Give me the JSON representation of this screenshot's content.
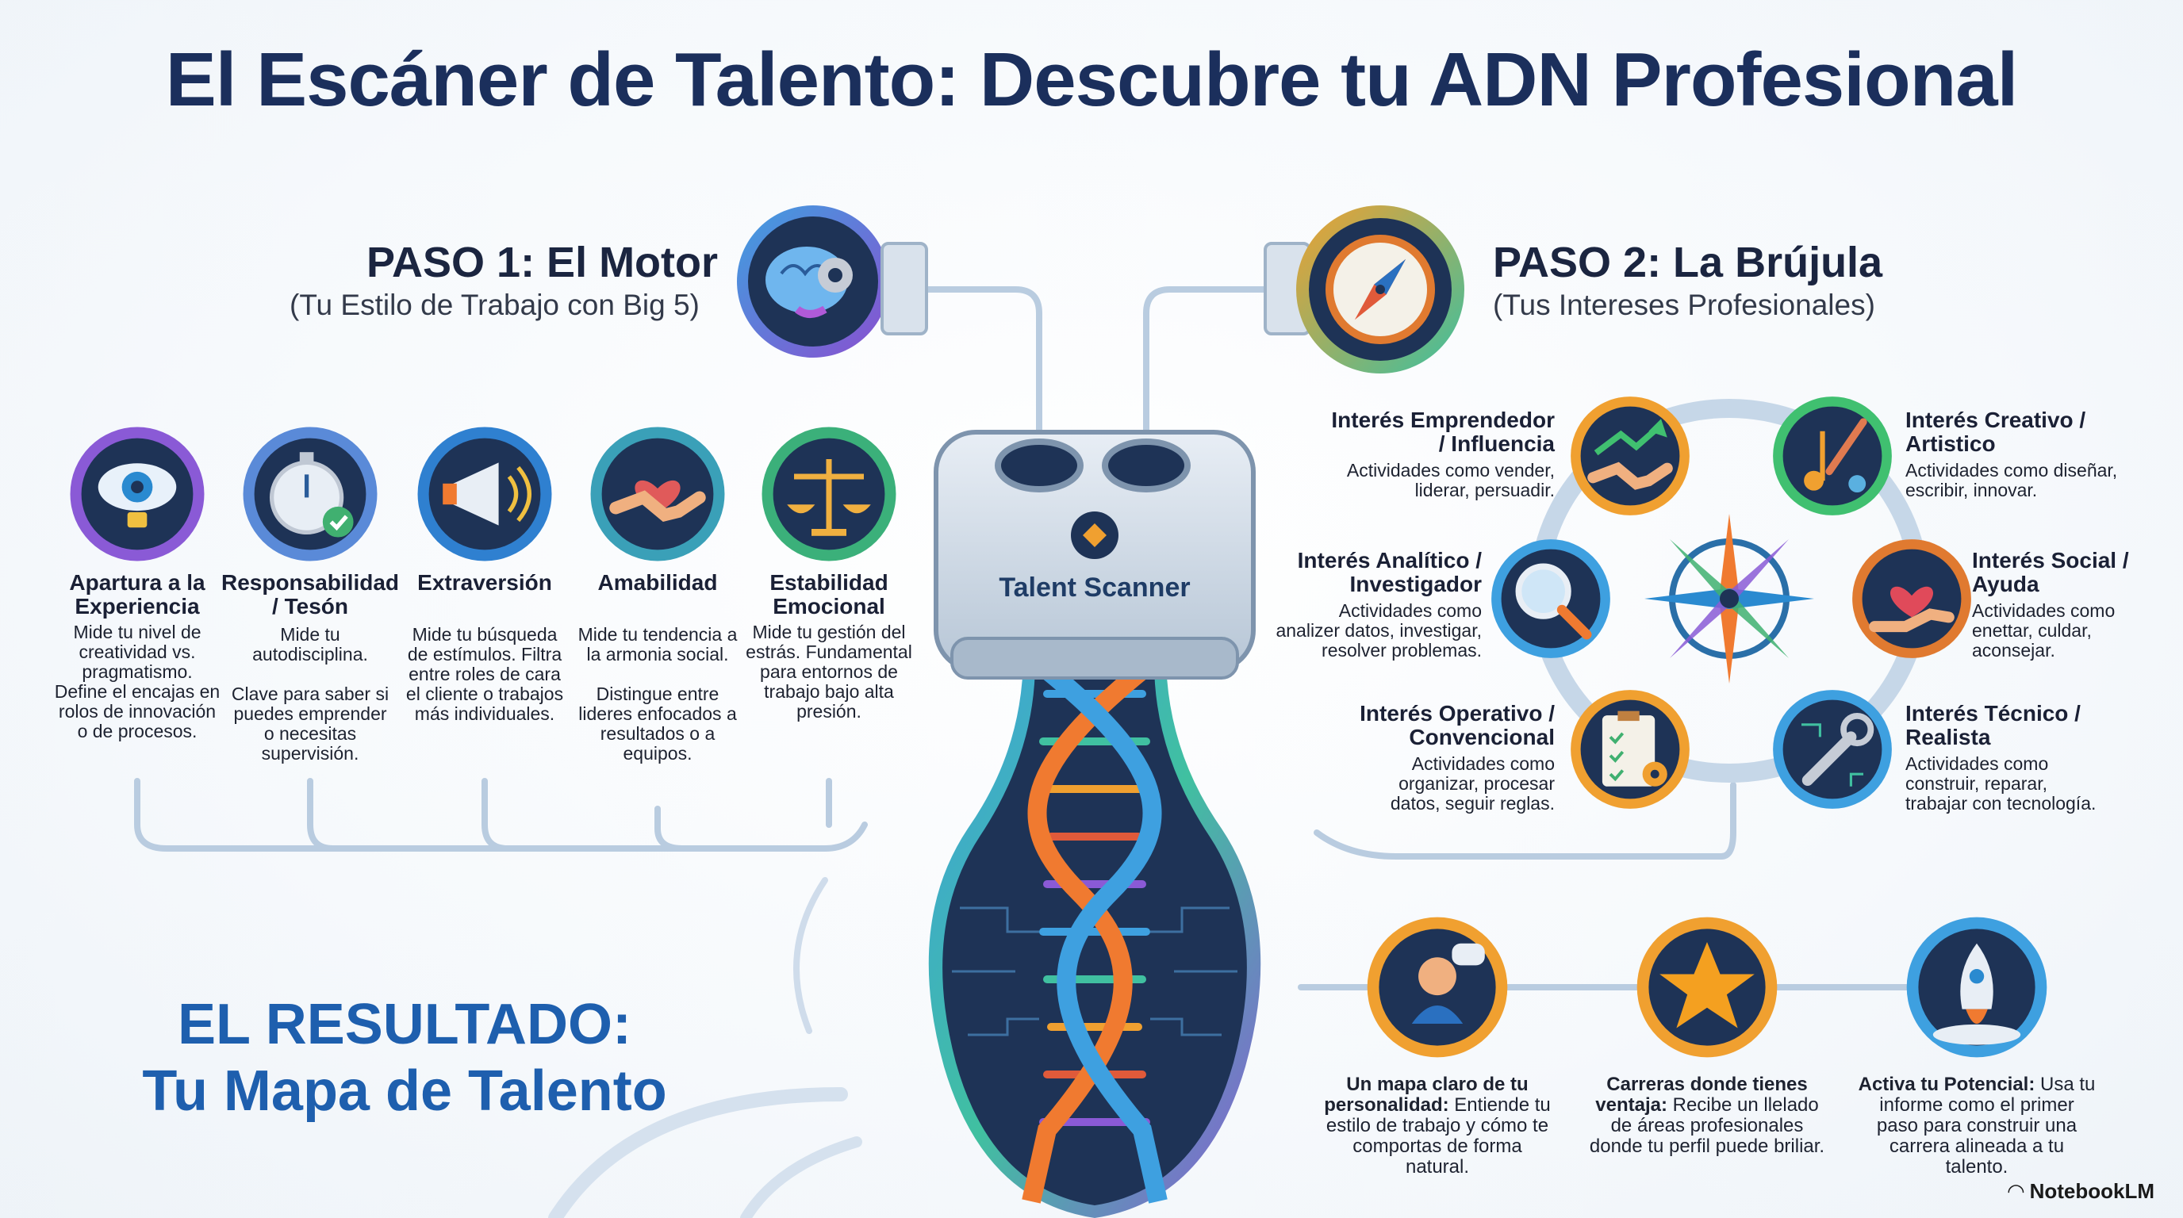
{
  "title": "El Escáner de Talento: Descubre tu ADN Profesional",
  "step1": {
    "title": "PASO 1: El Motor",
    "subtitle": "(Tu Estilo de Trabajo con Big 5)",
    "icon": "brain-gear-icon",
    "traits": [
      {
        "title": "Apartura a la Experiencia",
        "desc": "Mide tu nivel de creatividad vs. pragmatismo.\nDefine el encajas en rolos de innovación o de procesos.",
        "icon": "eye-bulb-icon",
        "color": "#8a5ad6"
      },
      {
        "title": "Responsabilidad / Tesón",
        "desc": "Mide tu autodisciplina.\n\nClave para saber si puedes emprender o necesitas supervisión.",
        "icon": "stopwatch-check-icon",
        "color": "#5a8ad8"
      },
      {
        "title": "Extraversión",
        "desc": "Mide tu búsqueda de estímulos. Filtra entre roles de cara el cliente o trabajos más individuales.",
        "icon": "megaphone-icon",
        "color": "#2f80d0"
      },
      {
        "title": "Amabilidad",
        "desc": "Mide tu tendencia a la armonia social.\n\nDistingue entre lideres enfocados a resultados o a equipos.",
        "icon": "handshake-heart-icon",
        "color": "#3aa0b8"
      },
      {
        "title": "Estabilidad Emocional",
        "desc": "Mide tu gestión del estrás. Fundamental para entornos de trabajo bajo alta presión.",
        "icon": "balance-scale-icon",
        "color": "#3bb07a"
      }
    ]
  },
  "step2": {
    "title": "PASO 2: La Brújula",
    "subtitle": "(Tus Intereses Profesionales)",
    "icon": "compass-icon",
    "interests": [
      {
        "title": "Interés Emprendedor\n/ Influencia",
        "desc": "Actividades como vender,\nliderar, persuadir.",
        "icon": "handshake-growth-icon"
      },
      {
        "title": "Interés Creativo /\nArtistico",
        "desc": "Actividades como diseñar,\nescribir, innovar.",
        "icon": "music-brush-icon"
      },
      {
        "title": "Interés Analítico /\nInvestigador",
        "desc": "Actividades como\nanalizer datos, investigar,\nresolver problemas.",
        "icon": "magnifier-icon"
      },
      {
        "title": "Interés Social /\nAyuda",
        "desc": "Actividades como\nenettar, culdar,\naconsejar.",
        "icon": "heart-hand-icon"
      },
      {
        "title": "Interés Operativo /\nConvencional",
        "desc": "Actividades como\norganizar, procesar\ndatos, seguir reglas.",
        "icon": "clipboard-gear-icon"
      },
      {
        "title": "Interés Técnico /\nRealista",
        "desc": "Actividades como\nconstruir, reparar,\ntrabajar con tecnología.",
        "icon": "wrench-circuit-icon"
      }
    ]
  },
  "scanner": {
    "label": "Talent Scanner",
    "icon": "dna-helix-icon"
  },
  "result": {
    "title_line1": "EL RESULTADO:",
    "title_line2": "Tu Mapa de Talento",
    "items": [
      {
        "bold": "Un mapa claro de tu personalidad:",
        "text": " Entiende tu estilo de trabajo y cómo te comportas de forma natural.",
        "icon": "person-chat-icon"
      },
      {
        "bold": "Carreras donde tienes ventaja:",
        "text": " Recibe un llelado de áreas profesionales donde tu perfil puede briliar.",
        "icon": "star-icon"
      },
      {
        "bold": "Activa tu Potencial:",
        "text": " Usa tu informe como el primer paso para construir una carrera alineada a tu talento.",
        "icon": "rocket-icon"
      }
    ]
  },
  "brand": "NotebookLM",
  "colors": {
    "title": "#1b2f5c",
    "result": "#1e5fae",
    "connector": "#b9cce0",
    "icon_bg": "#1e3356"
  }
}
